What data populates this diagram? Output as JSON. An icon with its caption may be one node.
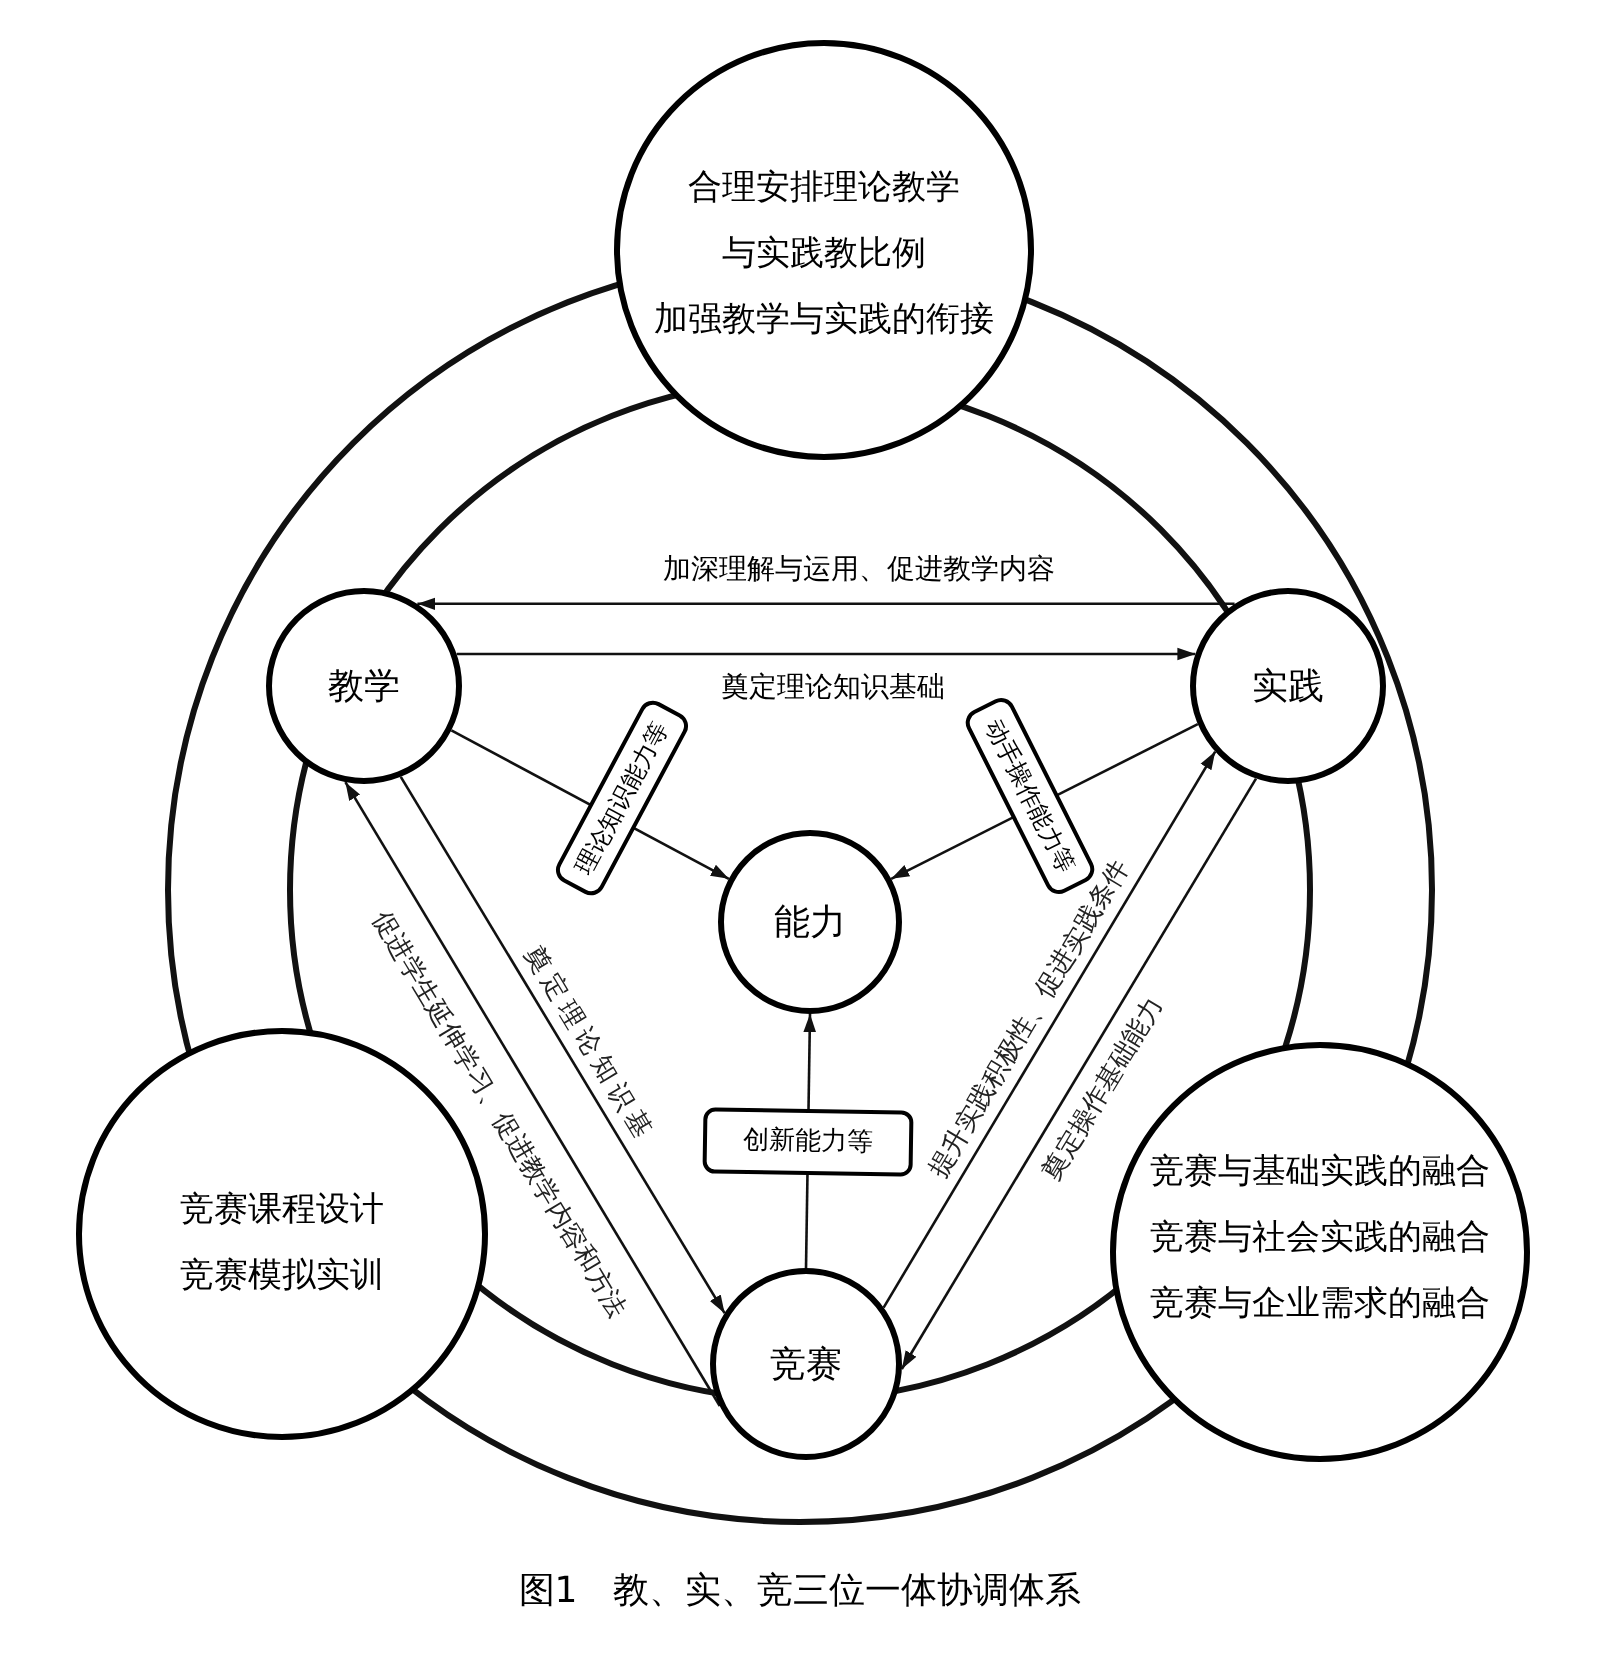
{
  "diagram": {
    "caption": "图1　教、实、竞三位一体协调体系",
    "nodes": [
      {
        "text": [
          "合理安排理论教学与实践教比例",
          "加强教学与实践的衔接"
        ]
      },
      {
        "text": [
          "教学"
        ]
      },
      {
        "text": [
          "实践"
        ]
      },
      {
        "text": [
          "能力"
        ]
      },
      {
        "text": [
          "竞赛课程设计",
          "竞赛模拟实训"
        ]
      },
      {
        "text": [
          "竞赛与基础实践的融合",
          "竞赛与社会实践的融合",
          "竞赛与企业需求的融合"
        ]
      },
      {
        "text": [
          "竞赛"
        ]
      }
    ],
    "edges": [
      {
        "from": 2,
        "to": 1,
        "arrow": "to",
        "label": "加深理解与运用、促进教学内容"
      },
      {
        "from": 1,
        "to": 2,
        "arrow": "to",
        "label": "奠定理论知识基础"
      },
      {
        "from": 1,
        "to": 3,
        "arrow": "to",
        "label": "理论知识能力等"
      },
      {
        "from": 2,
        "to": 3,
        "arrow": "to",
        "label": "动手操作能力等"
      },
      {
        "from": 6,
        "to": 3,
        "arrow": "to",
        "label": "创新能力等"
      },
      {
        "from": 6,
        "to": 1,
        "arrow": "to",
        "label": "促进学生延伸学习、促进教学内容和方法"
      },
      {
        "from": 1,
        "to": 6,
        "arrow": "to",
        "label": "奠定理论知识基"
      },
      {
        "from": 6,
        "to": 2,
        "arrow": "to",
        "label": "提升实践积极性、促进实践条件"
      },
      {
        "from": 2,
        "to": 6,
        "arrow": "to",
        "label": "奠定操作基础能力"
      }
    ]
  }
}
